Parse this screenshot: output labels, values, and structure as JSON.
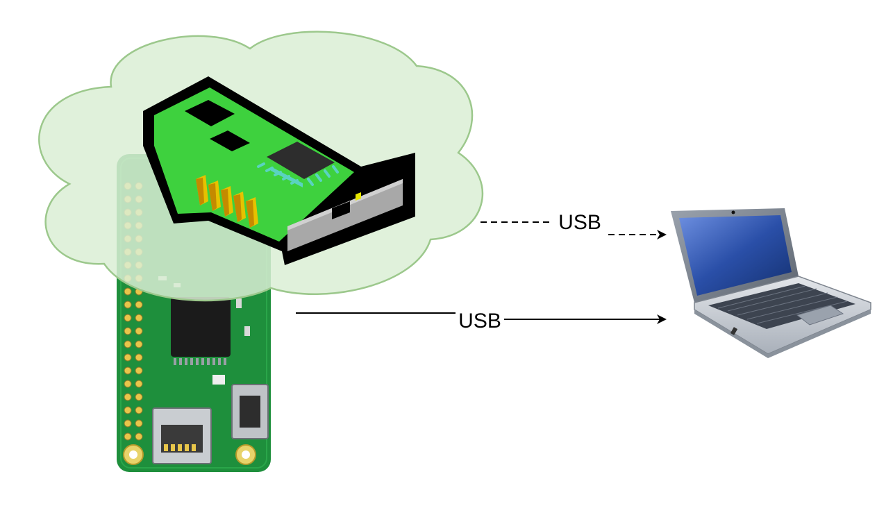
{
  "edges": [
    {
      "id": "virtual-usb",
      "label": "USB",
      "style": "dashed"
    },
    {
      "id": "physical-usb",
      "label": "USB",
      "style": "solid"
    }
  ],
  "colors": {
    "cloud_fill": "#dbeed5",
    "cloud_stroke": "#9cc88c",
    "pcb_green": "#1e8f3c",
    "card_green": "#3ed13e",
    "gold": "#e6c200",
    "laptop_screen": "#2a4fa8",
    "laptop_body": "#c9ced6"
  },
  "icons": {
    "board": "raspberry-pi-zero-board-icon",
    "network_card": "network-card-icon",
    "laptop": "laptop-icon",
    "cloud": "cloud-shape"
  }
}
